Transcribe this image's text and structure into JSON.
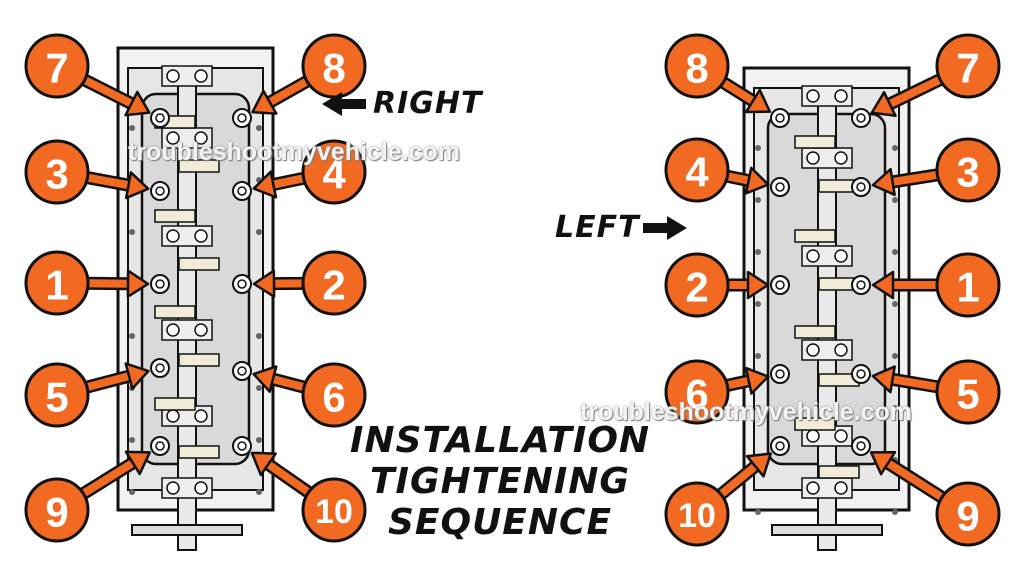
{
  "caption": {
    "lines": [
      "INSTALLATION",
      "TIGHTENING",
      "SEQUENCE"
    ]
  },
  "watermark": "troubleshootmyvehicle.com",
  "colors": {
    "badge": "#f26a21",
    "head_fill": "#d9d9d9",
    "outline": "#111111",
    "pad": "#f0ecd8"
  },
  "heads": [
    {
      "side_label": "RIGHT",
      "side_arrow": "left-arrow",
      "bolts": [
        {
          "num": "7",
          "col": "left"
        },
        {
          "num": "8",
          "col": "right"
        },
        {
          "num": "3",
          "col": "left"
        },
        {
          "num": "4",
          "col": "right"
        },
        {
          "num": "1",
          "col": "left"
        },
        {
          "num": "2",
          "col": "right"
        },
        {
          "num": "5",
          "col": "left"
        },
        {
          "num": "6",
          "col": "right"
        },
        {
          "num": "9",
          "col": "left"
        },
        {
          "num": "10",
          "col": "right"
        }
      ]
    },
    {
      "side_label": "LEFT",
      "side_arrow": "right-arrow",
      "bolts": [
        {
          "num": "8",
          "col": "left"
        },
        {
          "num": "7",
          "col": "right"
        },
        {
          "num": "4",
          "col": "left"
        },
        {
          "num": "3",
          "col": "right"
        },
        {
          "num": "2",
          "col": "left"
        },
        {
          "num": "1",
          "col": "right"
        },
        {
          "num": "6",
          "col": "left"
        },
        {
          "num": "5",
          "col": "right"
        },
        {
          "num": "10",
          "col": "left"
        },
        {
          "num": "9",
          "col": "right"
        }
      ]
    }
  ]
}
